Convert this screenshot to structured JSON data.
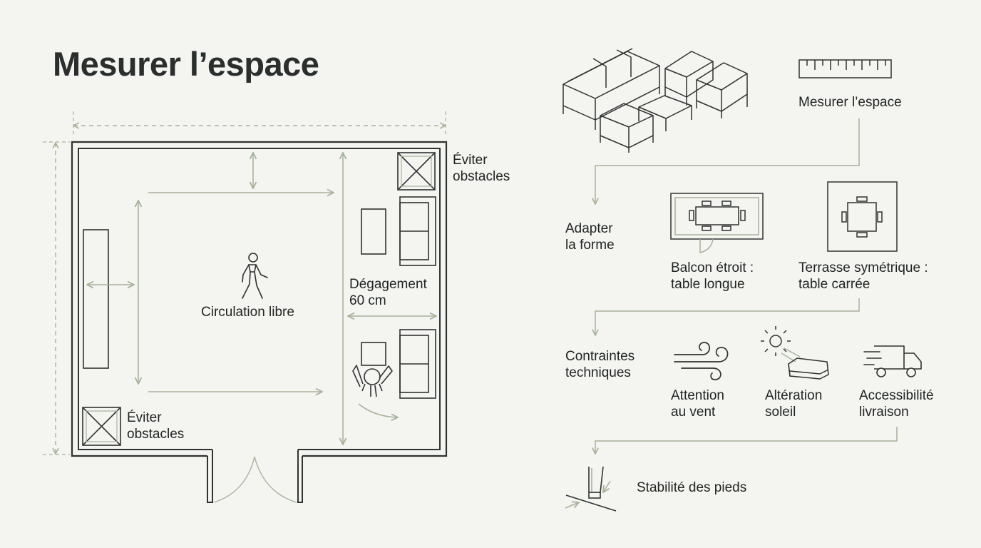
{
  "title": "Mesurer l’espace",
  "colors": {
    "background": "#f4f4f1",
    "line": "#2f3331",
    "accent": "#a8b29c"
  },
  "plan": {
    "obstacle_top_label": "Éviter\nobstacles",
    "obstacle_bottom_label": "Éviter\nobstacles",
    "circulation_label": "Circulation libre",
    "clearance_label": "Dégagement\n60 cm"
  },
  "flow": {
    "steps": [
      {
        "label": "Mesurer l’espace",
        "icon": "ruler-icon"
      },
      {
        "label": "Adapter\nla forme"
      },
      {
        "label": "Contraintes\ntechniques"
      },
      {
        "label": "Stabilité des pieds",
        "icon": "table-leg-icon"
      }
    ],
    "shape_options": [
      {
        "label": "Balcon étroit :\ntable longue",
        "icon": "long-table-icon"
      },
      {
        "label": "Terrasse symétrique :\ntable carrée",
        "icon": "square-table-icon"
      }
    ],
    "constraints": [
      {
        "label": "Attention\nau vent",
        "icon": "wind-icon"
      },
      {
        "label": "Altération\nsoleil",
        "icon": "sun-icon"
      },
      {
        "label": "Accessibilité\nlivraison",
        "icon": "delivery-truck-icon"
      }
    ],
    "furniture_icon": "outdoor-furniture-icon"
  }
}
